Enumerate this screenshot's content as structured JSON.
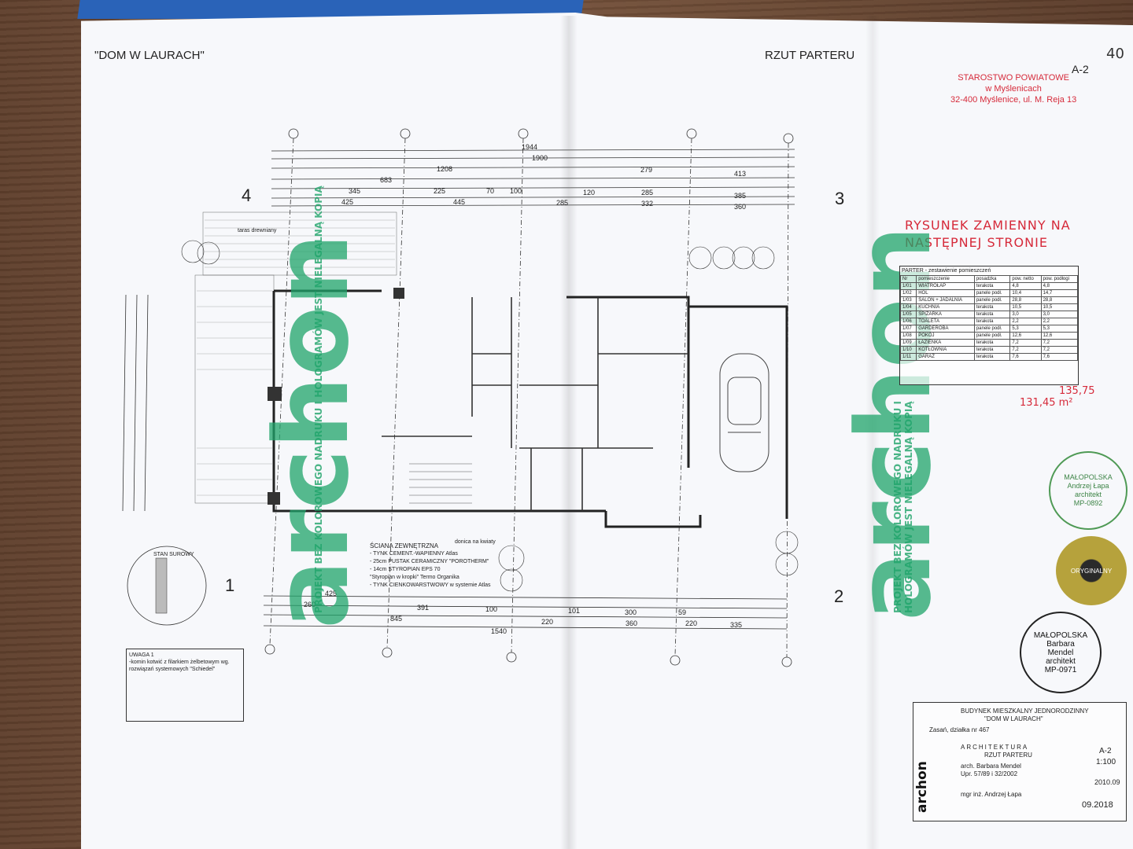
{
  "header": {
    "project_title": "\"DOM W LAURACH\"",
    "sheet_title": "RZUT PARTERU",
    "sheet_code": "A-2",
    "page_number": "40"
  },
  "stamp_office": {
    "line1": "STAROSTWO POWIATOWE",
    "line2": "w Myślenicach",
    "line3": "32-400 Myślenice, ul. M. Reja 13"
  },
  "red_note": {
    "line1": "RYSUNEK ZAMIENNY NA",
    "line2": "NASTĘPNEJ STRONIE",
    "area_1": "135,75",
    "area_2": "131,45 m²"
  },
  "axes": {
    "left_top": "4",
    "right_top": "3",
    "left_bottom": "1",
    "right_bottom": "2"
  },
  "watermark": {
    "word": "archon",
    "notice": "PROJEKT BEZ KOLOROWEGO NADRUKU I HOLOGRAMÓW JEST NIELEGALNĄ KOPIĄ"
  },
  "dimensions": {
    "top": [
      "1944",
      "1900",
      "1208",
      "683",
      "279",
      "413",
      "345",
      "225",
      "70",
      "100",
      "120",
      "285",
      "385",
      "425",
      "445",
      "285",
      "332",
      "360"
    ],
    "bottom": [
      "425",
      "260",
      "391",
      "100",
      "101",
      "300",
      "59",
      "220",
      "845",
      "220",
      "360",
      "335",
      "1540"
    ]
  },
  "rooms_table": {
    "title": "PARTER - zestawienie pomieszczeń",
    "headers": [
      "Nr",
      "pomieszczenie",
      "posadzka",
      "pow. netto",
      "pow. podłogi"
    ],
    "rows": [
      [
        "1/01",
        "WIATROŁAP",
        "terakota",
        "4,8",
        "4,8"
      ],
      [
        "1/02",
        "HOL",
        "panele podł.",
        "10,4",
        "14,7"
      ],
      [
        "1/03",
        "SALON + JADALNIA",
        "panele podł.",
        "28,8",
        "28,8"
      ],
      [
        "1/04",
        "KUCHNIA",
        "terakota",
        "10,5",
        "10,5"
      ],
      [
        "1/05",
        "SPIŻARKA",
        "terakota",
        "3,0",
        "3,0"
      ],
      [
        "1/06",
        "TOALETA",
        "terakota",
        "2,2",
        "2,2"
      ],
      [
        "1/07",
        "GARDEROBA",
        "panele podł.",
        "5,3",
        "5,3"
      ],
      [
        "1/08",
        "POKÓJ",
        "panele podł.",
        "12,6",
        "12,6"
      ],
      [
        "1/09",
        "ŁAZIENKA",
        "terakota",
        "7,2",
        "7,2"
      ],
      [
        "1/10",
        "KOTŁOWNIA",
        "terakota",
        "7,2",
        "7,2"
      ],
      [
        "1/11",
        "GARAŻ",
        "terakota",
        "7,6",
        "7,6"
      ]
    ]
  },
  "wall_legend": {
    "title": "ŚCIANA ZEWNĘTRZNA",
    "lines": [
      "- TYNK CEMENT.-WAPIENNY Atlas",
      "- 25cm PUSTAK CERAMICZNY \"POROTHERM\"",
      "- 14cm STYROPIAN EPS 70",
      "\"Styropian w kropki\" Termo Organika",
      "- TYNK CIENKOWARSTWOWY w systemie Atlas"
    ]
  },
  "uwaga": {
    "title": "UWAGA 1",
    "text": "-komin kotwić z filarkiem żelbetowym wg. rozwiązań systemowych \"Schiedel\""
  },
  "labels": {
    "stan_surowy": "STAN SUROWY",
    "taras": "taras drewniany",
    "donica": "donica na kwiaty"
  },
  "title_block": {
    "building": "BUDYNEK MIESZKALNY JEDNORODZINNY",
    "name": "\"DOM W LAURACH\"",
    "location": "Zasań, działka nr 467",
    "branch": "ARCHITEKTURA",
    "drawing": "RZUT PARTERU",
    "sheet": "A-2",
    "scale": "1:100",
    "designer": "arch. Barbara Mendel",
    "permit": "Upr. 57/89 i 32/2002",
    "date": "2010.09",
    "checker": "mgr inż. Andrzej Łapa",
    "date_red": "09.2018",
    "logo": "archon"
  },
  "seals": {
    "green": [
      "MAŁOPOLSKA",
      "Andrzej Łapa",
      "architekt",
      "MP-0892"
    ],
    "gold": "ORYGINALNY",
    "black": [
      "MAŁOPOLSKA",
      "Barbara",
      "Mendel",
      "architekt",
      "MP-0971"
    ]
  },
  "colors": {
    "paper": "#f7f8fb",
    "wood": "#6b4a35",
    "folder_blue": "#2a63b8",
    "watermark_green": "#1fa46a",
    "red_ink": "#d62a3a"
  }
}
